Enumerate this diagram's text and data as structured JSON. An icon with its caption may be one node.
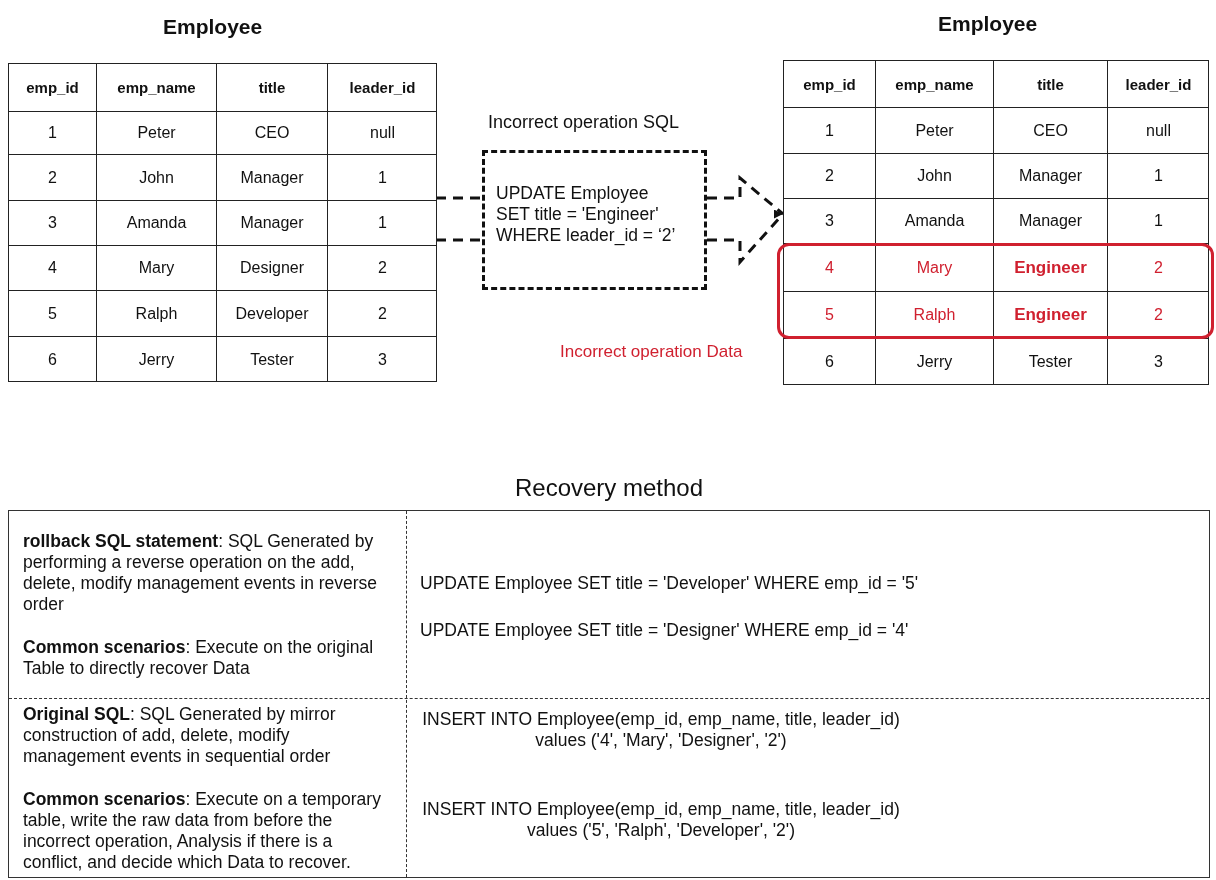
{
  "diagram": {
    "nodes": [
      {
        "text": [
          "Employee"
        ]
      },
      {
        "text": [
          "Incorrect operation SQL",
          "UPDATE Employee SET title = 'Engineer' WHERE leader_id = ‘2’"
        ]
      },
      {
        "text": [
          "Employee"
        ]
      },
      {
        "text": [],
        "shape": "box",
        "in": 2
      },
      {
        "text": [
          "Recovery method"
        ]
      }
    ],
    "edges": [
      {
        "from": 0,
        "to": 1,
        "arrow": "none",
        "style": "dashed"
      },
      {
        "from": 0,
        "to": 1,
        "arrow": "none",
        "style": "dashed"
      },
      {
        "from": 1,
        "to": 2,
        "arrow": "to",
        "style": "dashed"
      }
    ],
    "labels": [
      "emp_id",
      "emp_name",
      "title",
      "leader_id",
      "1",
      "Peter",
      "CEO",
      "null",
      "2",
      "John",
      "Manager",
      "1",
      "3",
      "Amanda",
      "Manager",
      "1",
      "4",
      "Mary",
      "Designer",
      "2",
      "5",
      "Ralph",
      "Developer",
      "2",
      "6",
      "Jerry",
      "Tester",
      "3",
      "emp_id",
      "emp_name",
      "title",
      "leader_id",
      "1",
      "Peter",
      "CEO",
      "null",
      "2",
      "John",
      "Manager",
      "1",
      "3",
      "Amanda",
      "Manager",
      "1",
      "4",
      "Mary",
      "Engineer",
      "2",
      "5",
      "Ralph",
      "Engineer",
      "2",
      "6",
      "Jerry",
      "Tester",
      "3",
      "Incorrect operation Data",
      "**rollback SQL statement**: SQL Generated by performing a reverse operation on the add, delete, modify management events in reverse order",
      "**Common scenarios**: Execute on the original Table to directly recover Data",
      "UPDATE Employee SET title = 'Developer' WHERE emp_id = '5'",
      "UPDATE Employee SET title = 'Designer' WHERE emp_id = '4'",
      "**Original SQL**: SQL Generated by mirror construction of add, delete, modify management events in sequential order",
      "**Common scenarios**: Execute on a temporary table, write the raw data from before the incorrect operation, Analysis if there is a conflict, and decide which Data to recover.",
      "INSERT INTO Employee(emp_id, emp_name, title, leader_id) values ('4', 'Mary', 'Designer', '2')",
      "INSERT INTO Employee(emp_id, emp_name, title, leader_id) values ('5', 'Ralph', 'Developer', '2')"
    ]
  }
}
